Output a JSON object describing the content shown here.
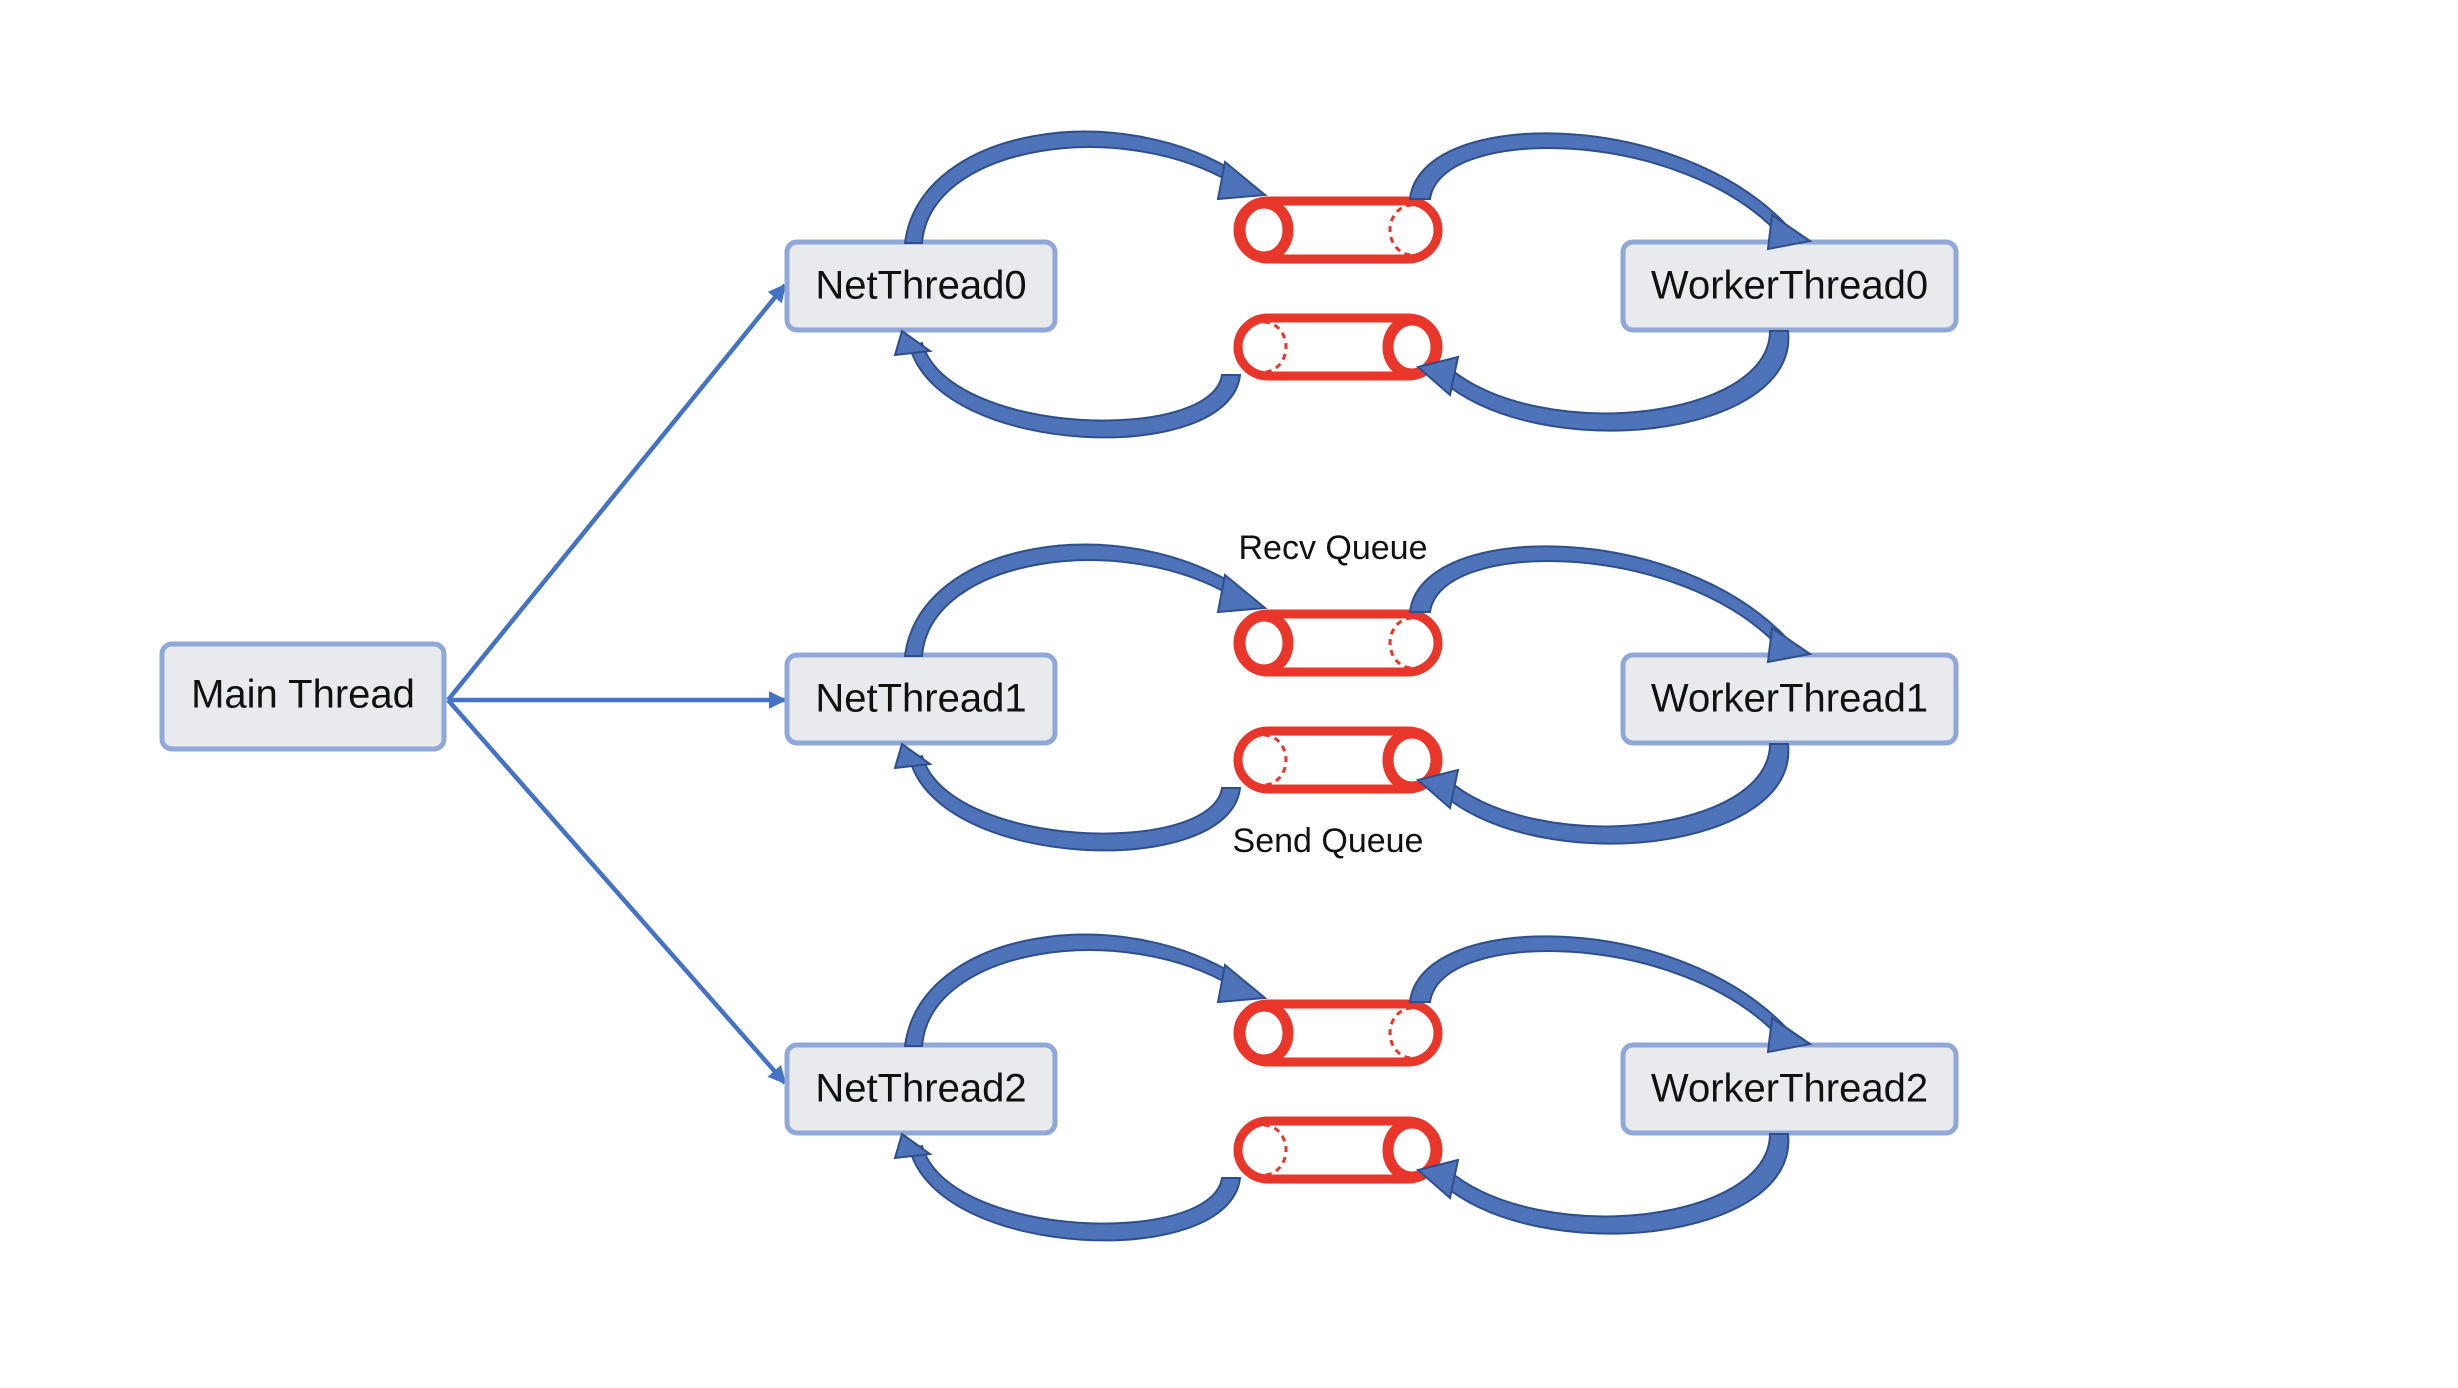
{
  "main_thread": {
    "label": "Main Thread"
  },
  "groups": [
    {
      "net_label": "NetThread0",
      "worker_label": "WorkerThread0"
    },
    {
      "net_label": "NetThread1",
      "worker_label": "WorkerThread1"
    },
    {
      "net_label": "NetThread2",
      "worker_label": "WorkerThread2"
    }
  ],
  "queue_labels": {
    "recv": "Recv Queue",
    "send": "Send Queue"
  },
  "colors": {
    "node_fill": "#e9eaee",
    "node_border": "#8fa8d8",
    "connector": "#4472c4",
    "loop_arrow": "#4f73b8",
    "queue": "#e8362a"
  }
}
